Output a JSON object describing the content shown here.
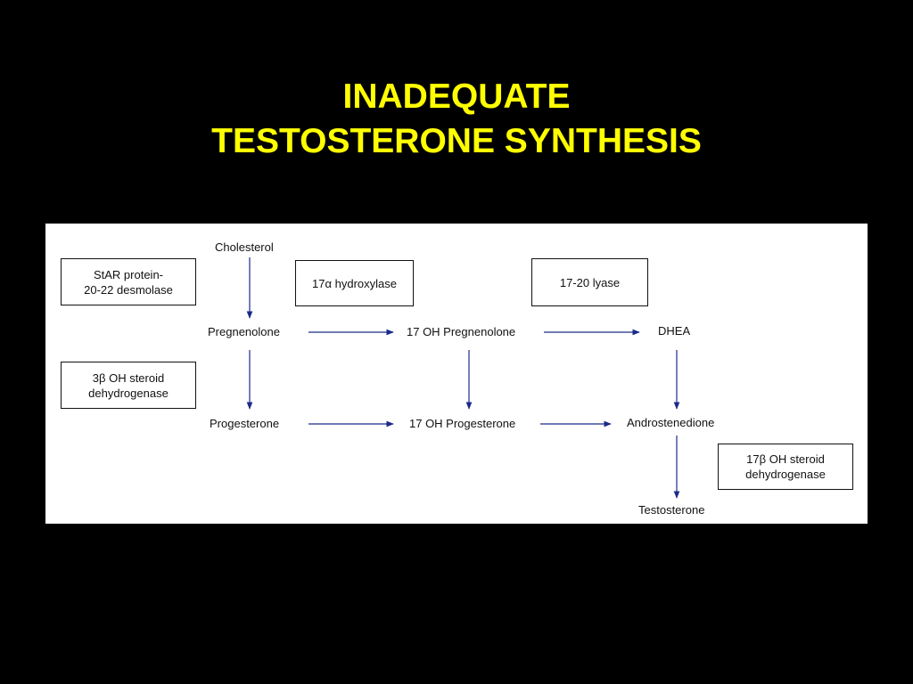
{
  "title": {
    "line1": "INADEQUATE",
    "line2": "TESTOSTERONE SYNTHESIS"
  },
  "colors": {
    "background": "#000000",
    "title": "#ffff00",
    "panel": "#ffffff",
    "arrow": "#1a2a8a",
    "text": "#111111"
  },
  "nodes": {
    "cholesterol": "Cholesterol",
    "pregnenolone": "Pregnenolone",
    "oh17_pregnenolone": "17 OH Pregnenolone",
    "dhea": "DHEA",
    "progesterone": "Progesterone",
    "oh17_progesterone": "17 OH Progesterone",
    "androstenedione": "Androstenedione",
    "testosterone": "Testosterone"
  },
  "enzymes": {
    "star": {
      "line1": "StAR protein-",
      "line2": "20-22 desmolase"
    },
    "hydroxylase17a": {
      "line1": "17α hydroxylase"
    },
    "lyase1720": {
      "line1": "17-20 lyase"
    },
    "hsd3b": {
      "line1": "3β OH steroid",
      "line2": "dehydrogenase"
    },
    "hsd17b": {
      "line1": "17β OH steroid",
      "line2": "dehydrogenase"
    }
  }
}
